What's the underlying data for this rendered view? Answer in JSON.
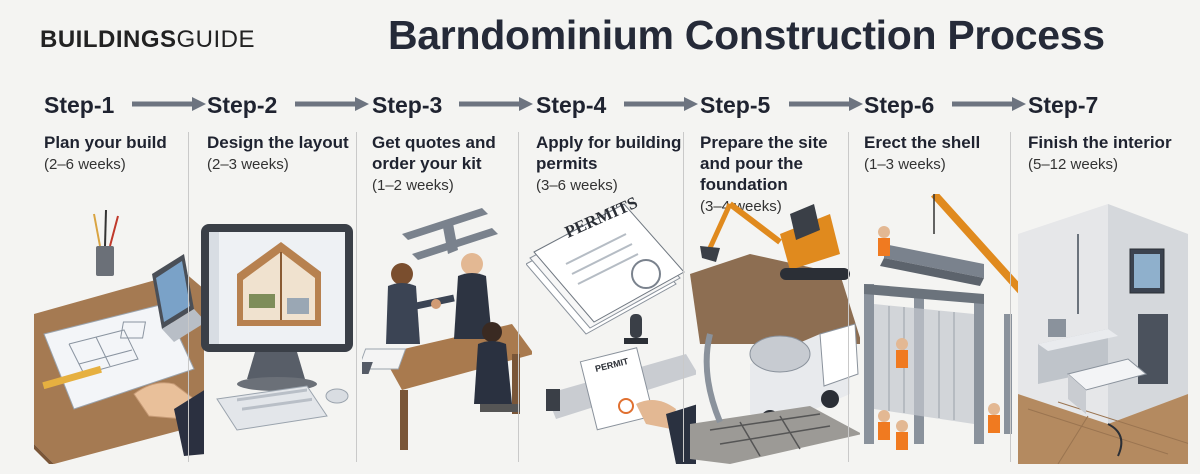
{
  "header": {
    "logo_bold": "BUILDINGS",
    "logo_light": "GUIDE",
    "title": "Barndominium Construction Process"
  },
  "steps": [
    {
      "label": "Step-1",
      "name": "Plan your build",
      "duration": "(2–6 weeks)"
    },
    {
      "label": "Step-2",
      "name": "Design the layout",
      "duration": "(2–3 weeks)"
    },
    {
      "label": "Step-3",
      "name": "Get quotes and order your kit",
      "duration": "(1–2 weeks)"
    },
    {
      "label": "Step-4",
      "name": "Apply for building permits",
      "duration": "(3–6 weeks)"
    },
    {
      "label": "Step-5",
      "name": "Prepare the site and pour the foundation",
      "duration": "(3–4 weeks)"
    },
    {
      "label": "Step-6",
      "name": "Erect the shell",
      "duration": "(1–3 weeks)"
    },
    {
      "label": "Step-7",
      "name": "Finish the interior",
      "duration": "(5–12 weeks)"
    }
  ],
  "illustrations": {
    "permits_sign": "PERMITS",
    "permit_card": "PERMIT"
  },
  "colors": {
    "arrow": "#6d7480",
    "text": "#1f2330",
    "excavator": "#e08a1e",
    "safety_vest": "#f07a20"
  }
}
